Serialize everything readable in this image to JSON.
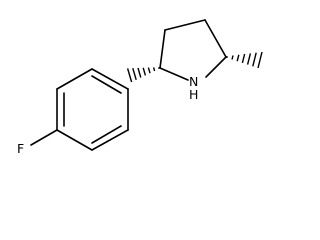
{
  "molecule": {
    "atoms": {
      "fluorine": "F",
      "ring_nitrogen": "N",
      "nitrogen_hydrogen": "H"
    },
    "stereo_bonds": [
      "hashed-wedge",
      "hashed-wedge"
    ]
  },
  "colors": {
    "bond": "#000000",
    "label": "#000000",
    "background": "#ffffff"
  }
}
